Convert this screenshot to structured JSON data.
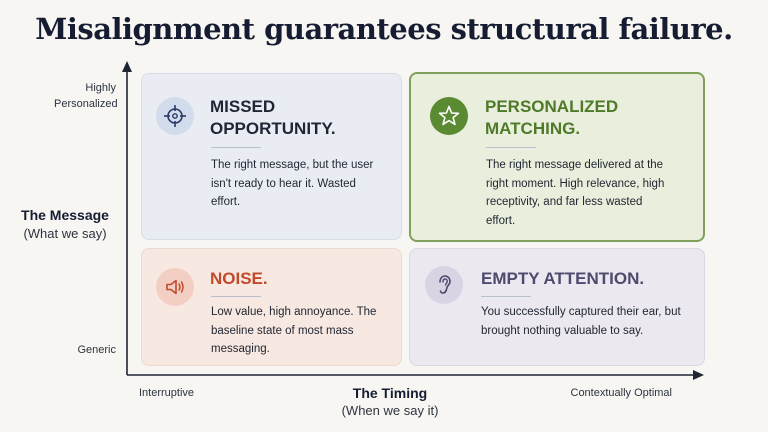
{
  "title": "Misalignment guarantees structural failure.",
  "axes": {
    "y": {
      "label": "The Message",
      "sublabel": "(What we say)",
      "top": "Highly Personalized",
      "bottom": "Generic"
    },
    "x": {
      "label": "The Timing",
      "sublabel": "(When we say it)",
      "left": "Interruptive",
      "right": "Contextually Optimal"
    }
  },
  "quadrants": {
    "top_left": {
      "icon": "crosshair-target-icon",
      "title": "MISSED OPPORTUNITY.",
      "body": "The right message, but the user isn't ready to hear it. Wasted effort.",
      "color": "#1f2533"
    },
    "top_right": {
      "icon": "star-badge-icon",
      "title": "PERSONALIZED MATCHING.",
      "body": "The right message delivered at the right moment. High relevance, high receptivity, and far less wasted effort.",
      "color": "#4e7a2a"
    },
    "bottom_left": {
      "icon": "speaker-icon",
      "title": "NOISE.",
      "body": "Low value, high annoyance. The baseline state of most mass messaging.",
      "color": "#c24a2c"
    },
    "bottom_right": {
      "icon": "ear-icon",
      "title": "EMPTY ATTENTION.",
      "body": "You successfully captured their ear, but brought nothing valuable to say.",
      "color": "#4f4a6e"
    }
  }
}
